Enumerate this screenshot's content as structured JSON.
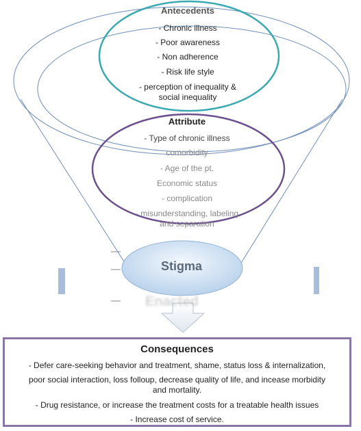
{
  "antecedents": {
    "title": "Antecedents",
    "items": [
      "- Chronic illness",
      "- Poor awareness",
      "- Non adherence",
      "- Risk life style",
      "- perception of inequality &",
      "social inequality"
    ]
  },
  "attribute": {
    "title": "Attribute",
    "items": [
      "- Type of chronic illness",
      "comorbidity",
      "- Age of the pt.",
      "Economic status",
      "- complication",
      "- misunderstanding, labeling",
      "and separation"
    ]
  },
  "stigma": {
    "label": "Stigma",
    "ghost_text": "Enacted"
  },
  "consequences": {
    "title": "Consequences",
    "lines": [
      "- Defer care-seeking behavior and treatment, shame, status loss & internalization,",
      "poor social interaction, loss folloup, decrease quality of life, and incease morbidity",
      "and mortality.",
      "- Drug resistance, or increase the treatment costs for a treatable health issues",
      "- Increase cost of service."
    ]
  },
  "colors": {
    "funnel_outline": "#6f8fb8",
    "antecedents_ellipse": "#3aaab0",
    "attribute_ellipse": "#6b4f8f",
    "stigma_fill": "#cfe0f2",
    "consequences_border": "#8a76a6"
  }
}
